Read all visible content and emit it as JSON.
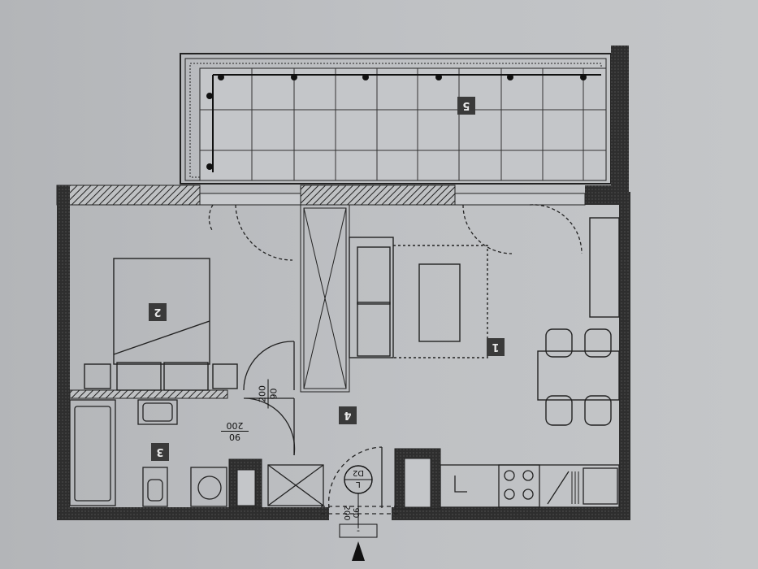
{
  "plan": {
    "type": "apartment floor plan",
    "orientation": "rotated 180 degrees",
    "rooms": [
      {
        "id": "1",
        "name": "living-kitchen"
      },
      {
        "id": "2",
        "name": "bedroom"
      },
      {
        "id": "3",
        "name": "bathroom"
      },
      {
        "id": "4",
        "name": "hallway"
      },
      {
        "id": "5",
        "name": "balcony"
      }
    ],
    "doors": [
      {
        "label_width": "90",
        "label_height": "200",
        "location": "bedroom"
      },
      {
        "label_width": "90",
        "label_height": "200",
        "location": "bathroom"
      },
      {
        "label_width": "90",
        "label_height": "200",
        "location": "entrance",
        "tag": "D2",
        "tag_sub": "L"
      }
    ],
    "entrance_marker": "-"
  },
  "colors": {
    "paper": "#bec0c3",
    "wall": "#2b2b2b",
    "line": "#1a1a1a",
    "label_bg": "#3a3a3a"
  }
}
